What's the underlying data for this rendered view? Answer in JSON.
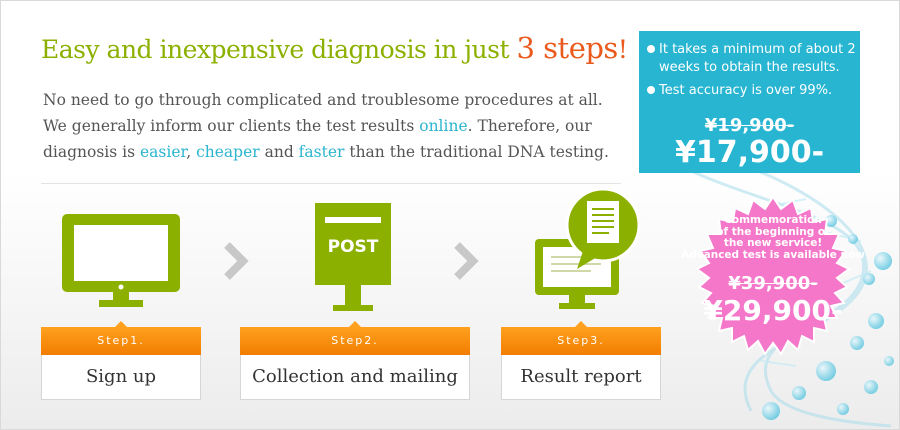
{
  "headline": {
    "text": "Easy and inexpensive diagnosis in just ",
    "number": "3 steps",
    "excl": "!"
  },
  "description": {
    "line1": "No need to go through complicated and troublesome procedures at all.",
    "line2_a": "We generally inform our clients the test results ",
    "line2_hl": "online",
    "line2_b": ". Therefore, our",
    "line3_a": "diagnosis is ",
    "line3_hl1": "easier",
    "line3_sep1": ", ",
    "line3_hl2": "cheaper",
    "line3_sep2": " and ",
    "line3_hl3": "faster",
    "line3_b": " than the traditional DNA testing."
  },
  "info": {
    "bullets": [
      "It takes a minimum of about 2 weeks to obtain the results.",
      "Test accuracy is over 99%."
    ],
    "old_price": "¥19,900-",
    "new_price": "¥17,900-"
  },
  "badge": {
    "lines": [
      "Commemoration",
      "of  the beginning of",
      "the new service!",
      "Advanced test is available now"
    ],
    "old_price": "¥39,900-",
    "new_price": "¥29,900-"
  },
  "steps": [
    {
      "tab": "Step1.",
      "label": "Sign up"
    },
    {
      "tab": "Step2.",
      "label": "Collection and mailing"
    },
    {
      "tab": "Step3.",
      "label": "Result report"
    }
  ],
  "post_label": "POST",
  "colors": {
    "green": "#8cb000",
    "orange": "#f27d00",
    "cyan": "#27b5d2",
    "pink": "#f477c9"
  }
}
